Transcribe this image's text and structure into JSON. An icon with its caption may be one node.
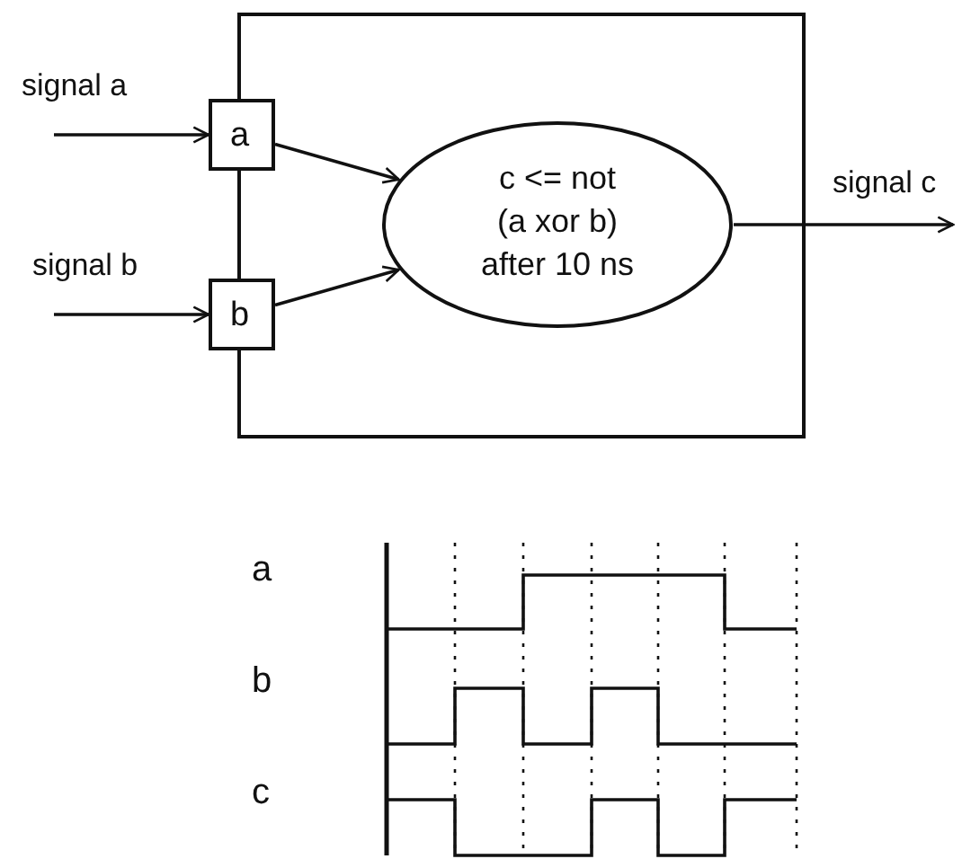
{
  "diagram": {
    "nodes": [
      {
        "text": [],
        "shape": "box"
      },
      {
        "text": [
          "a"
        ],
        "in": 0
      },
      {
        "text": [
          "b"
        ],
        "in": 0
      },
      {
        "text": [
          "c <= not (a xor b) after 10 ns"
        ],
        "in": 0
      }
    ],
    "edges": [
      {
        "from": null,
        "to": 1,
        "arrow": "to",
        "label": "signal a"
      },
      {
        "from": null,
        "to": 2,
        "arrow": "to",
        "label": "signal b"
      },
      {
        "from": 1,
        "to": 3,
        "arrow": "to"
      },
      {
        "from": 2,
        "to": 3,
        "arrow": "to"
      },
      {
        "from": 3,
        "to": null,
        "arrow": "to",
        "label": "signal c"
      }
    ],
    "labels": [
      "a",
      "b",
      "c"
    ]
  }
}
